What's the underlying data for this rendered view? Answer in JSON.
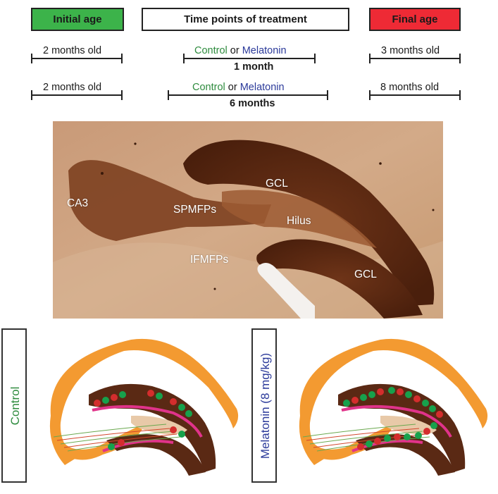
{
  "header": {
    "initial_age": "Initial age",
    "time_points": "Time points of treatment",
    "final_age": "Final age",
    "colors": {
      "initial": "#3cb34a",
      "final": "#ee2a35"
    }
  },
  "timeline": [
    {
      "start": "2 months old",
      "control": "Control",
      "or": "or",
      "melatonin": "Melatonin",
      "duration": "1 month",
      "end": "3 months old"
    },
    {
      "start": "2 months old",
      "control": "Control",
      "or": "or",
      "melatonin": "Melatonin",
      "duration": "6 months",
      "end": "8 months old"
    }
  ],
  "micrograph_labels": {
    "ca3": "CA3",
    "spmfps": "SPMFPs",
    "gcl_top": "GCL",
    "hilus": "Hilus",
    "ifmfps": "IFMFPs",
    "gcl_bottom": "GCL"
  },
  "panels": {
    "control": "Control",
    "melatonin": "Melatonin (8 mg/kg)",
    "colors": {
      "control": "#2e8b3e",
      "melatonin": "#2b3a9a"
    }
  }
}
